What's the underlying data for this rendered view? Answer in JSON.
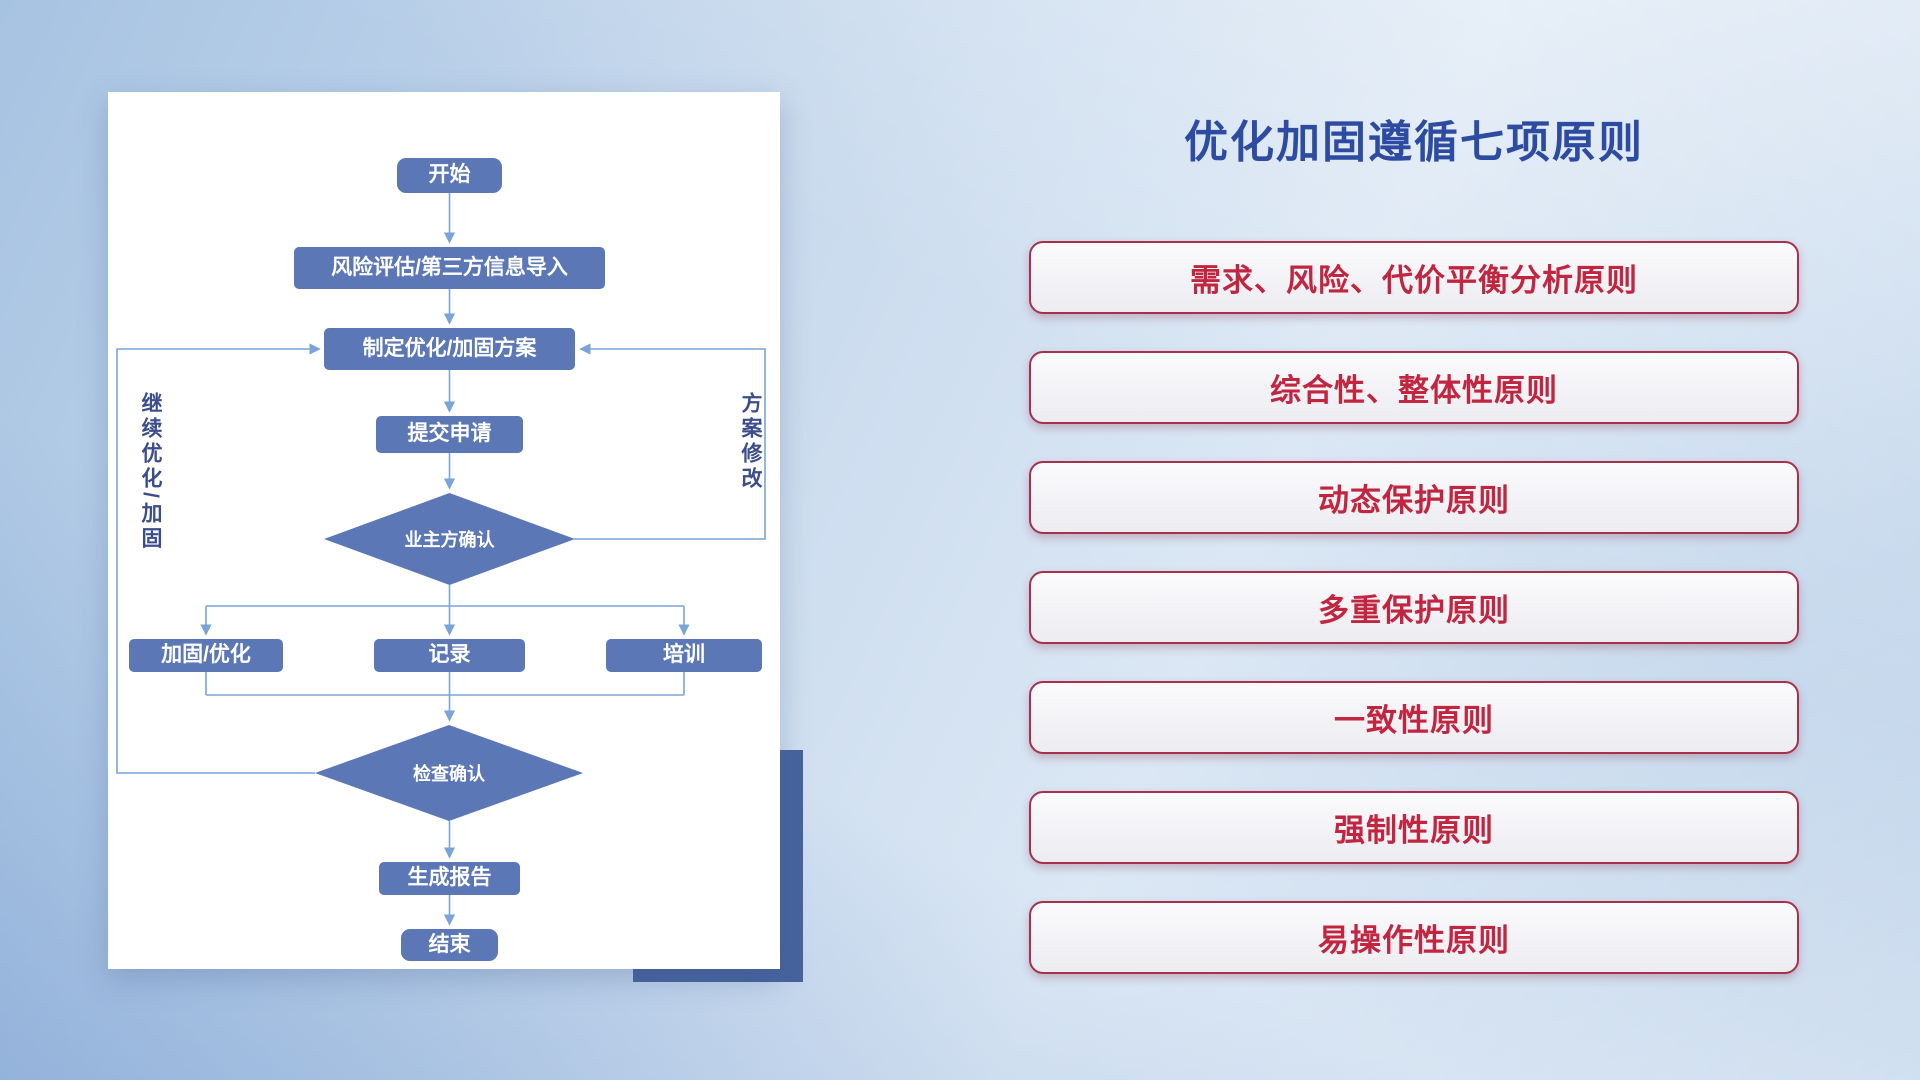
{
  "slide": {
    "title": "优化加固遵循七项原则"
  },
  "flowchart": {
    "nodes": {
      "start": "开始",
      "risk": "风险评估/第三方信息导入",
      "plan": "制定优化/加固方案",
      "submit": "提交申请",
      "owner_confirm": "业主方确认",
      "reinforce": "加固/优化",
      "record": "记录",
      "train": "培训",
      "check_confirm": "检查确认",
      "report": "生成报告",
      "end": "结束"
    },
    "labels": {
      "left_loop": "继续优化/加固",
      "right_loop": "方案修改"
    }
  },
  "principles": {
    "items": [
      {
        "label": "需求、风险、代价平衡分析原则"
      },
      {
        "label": "综合性、整体性原则"
      },
      {
        "label": "动态保护原则"
      },
      {
        "label": "多重保护原则"
      },
      {
        "label": "一致性原则"
      },
      {
        "label": "强制性原则"
      },
      {
        "label": "易操作性原则"
      }
    ]
  },
  "colors": {
    "node_fill": "#5b77b5",
    "connector": "#7aa3d8",
    "title_text": "#2d4ba0",
    "principle_text": "#c22540",
    "principle_border": "#a8304c",
    "accent_rect": "#47639e",
    "background_base": "#c3d7ec"
  }
}
